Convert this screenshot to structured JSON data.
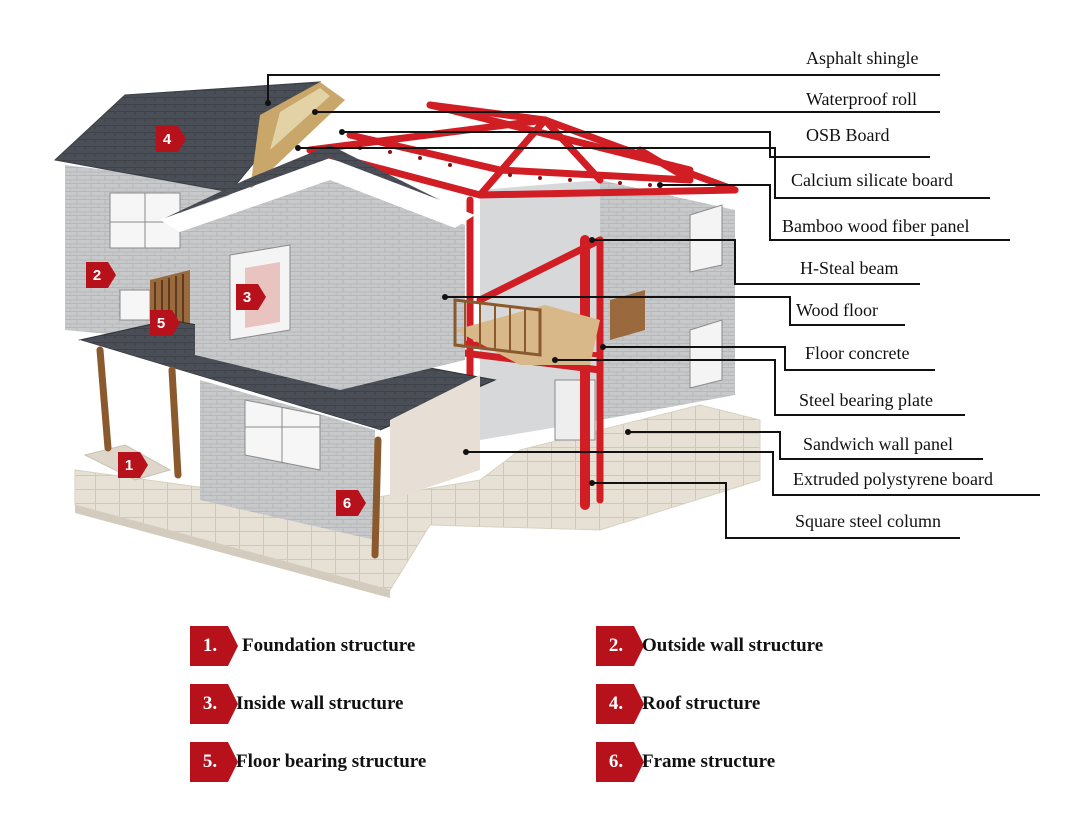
{
  "callouts": [
    {
      "id": "asphalt-shingle",
      "text": "Asphalt shingle"
    },
    {
      "id": "waterproof-roll",
      "text": "Waterproof roll"
    },
    {
      "id": "osb-board",
      "text": "OSB Board"
    },
    {
      "id": "calcium-silicate-board",
      "text": "Calcium silicate board"
    },
    {
      "id": "bamboo-wood-fiber-panel",
      "text": "Bamboo wood fiber panel"
    },
    {
      "id": "h-steal-beam",
      "text": "H-Steal beam"
    },
    {
      "id": "wood-floor",
      "text": "Wood floor"
    },
    {
      "id": "floor-concrete",
      "text": "Floor concrete"
    },
    {
      "id": "steel-bearing-plate",
      "text": "Steel bearing plate"
    },
    {
      "id": "sandwich-wall-panel",
      "text": "Sandwich wall panel"
    },
    {
      "id": "extruded-polystyrene-board",
      "text": "Extruded polystyrene board"
    },
    {
      "id": "square-steel-column",
      "text": "Square steel column"
    }
  ],
  "markers": [
    {
      "num": "1",
      "label": "Foundation structure"
    },
    {
      "num": "2",
      "label": "Outside wall structure"
    },
    {
      "num": "3",
      "label": "Inside wall structure"
    },
    {
      "num": "4",
      "label": "Roof structure"
    },
    {
      "num": "5",
      "label": "Floor bearing structure"
    },
    {
      "num": "6",
      "label": "Frame structure"
    }
  ],
  "legend": [
    {
      "num": "1.",
      "label": "Foundation structure"
    },
    {
      "num": "2.",
      "label": "Outside wall structure"
    },
    {
      "num": "3.",
      "label": "Inside wall structure"
    },
    {
      "num": "4.",
      "label": "Roof structure"
    },
    {
      "num": "5.",
      "label": "Floor bearing structure"
    },
    {
      "num": "6.",
      "label": "Frame structure"
    }
  ],
  "colors": {
    "marker_red": "#b7111c",
    "steel_red": "#d11e25",
    "wall_gray": "#c9cacc",
    "roof_dark": "#4b4f57",
    "wood": "#9a6a3e",
    "ground": "#e6dfd2"
  }
}
